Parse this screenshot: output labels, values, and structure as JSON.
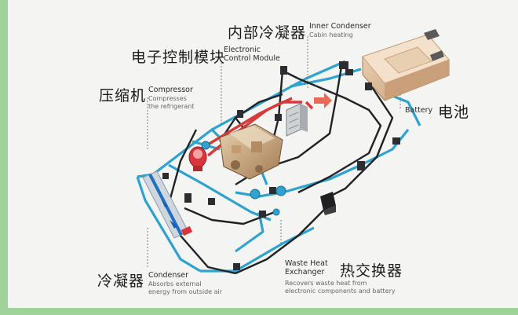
{
  "labels": {
    "inner_condenser": {
      "cn": "内部冷凝器",
      "en": "Inner Condenser",
      "desc": "Cabin heating"
    },
    "ecm": {
      "cn": "电子控制模块",
      "en_line1": "Electronic",
      "en_line2": "Control Module"
    },
    "compressor": {
      "cn": "压缩机",
      "en": "Compressor",
      "desc": "Compresses\nthe refrigerant"
    },
    "battery": {
      "cn": "电池",
      "en": "Battery"
    },
    "condenser": {
      "cn": "冷凝器",
      "en": "Condenser",
      "desc": "Absorbs external\nenergy from outside air"
    },
    "waste_heat": {
      "cn": "热交换器",
      "en_line1": "Waste Heat",
      "en_line2": "Exchanger",
      "desc": "Recovers waste heat from\nelectronic components and battery"
    }
  },
  "colors": {
    "pipe_blue": "#2fa3cf",
    "pipe_dark": "#202224",
    "pipe_red": "#d63a3a",
    "frame_green": "#9fd39a"
  }
}
